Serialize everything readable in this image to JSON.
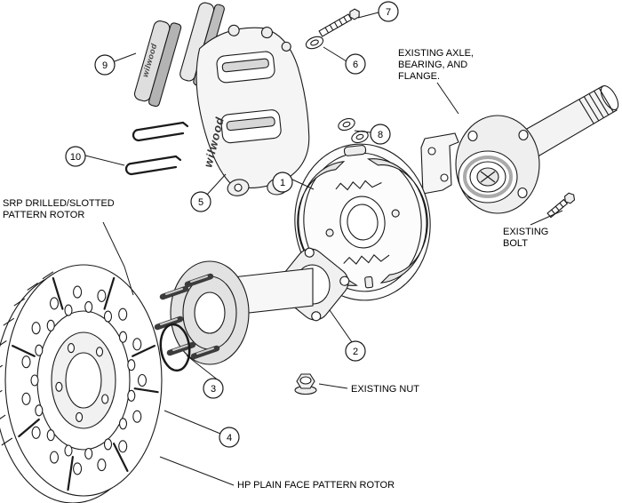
{
  "diagram": {
    "brand": "wilwood",
    "callouts": [
      "1",
      "2",
      "3",
      "4",
      "5",
      "6",
      "7",
      "8",
      "9",
      "10"
    ],
    "labels": {
      "existing_axle_line1": "EXISTING AXLE,",
      "existing_axle_line2": "BEARING, AND",
      "existing_axle_line3": "FLANGE.",
      "existing_bolt_line1": "EXISTING",
      "existing_bolt_line2": "BOLT",
      "existing_nut": "EXISTING NUT",
      "srp_rotor_line1": "SRP DRILLED/SLOTTED",
      "srp_rotor_line2": "PATTERN ROTOR",
      "hp_rotor": "HP PLAIN FACE PATTERN ROTOR"
    }
  }
}
